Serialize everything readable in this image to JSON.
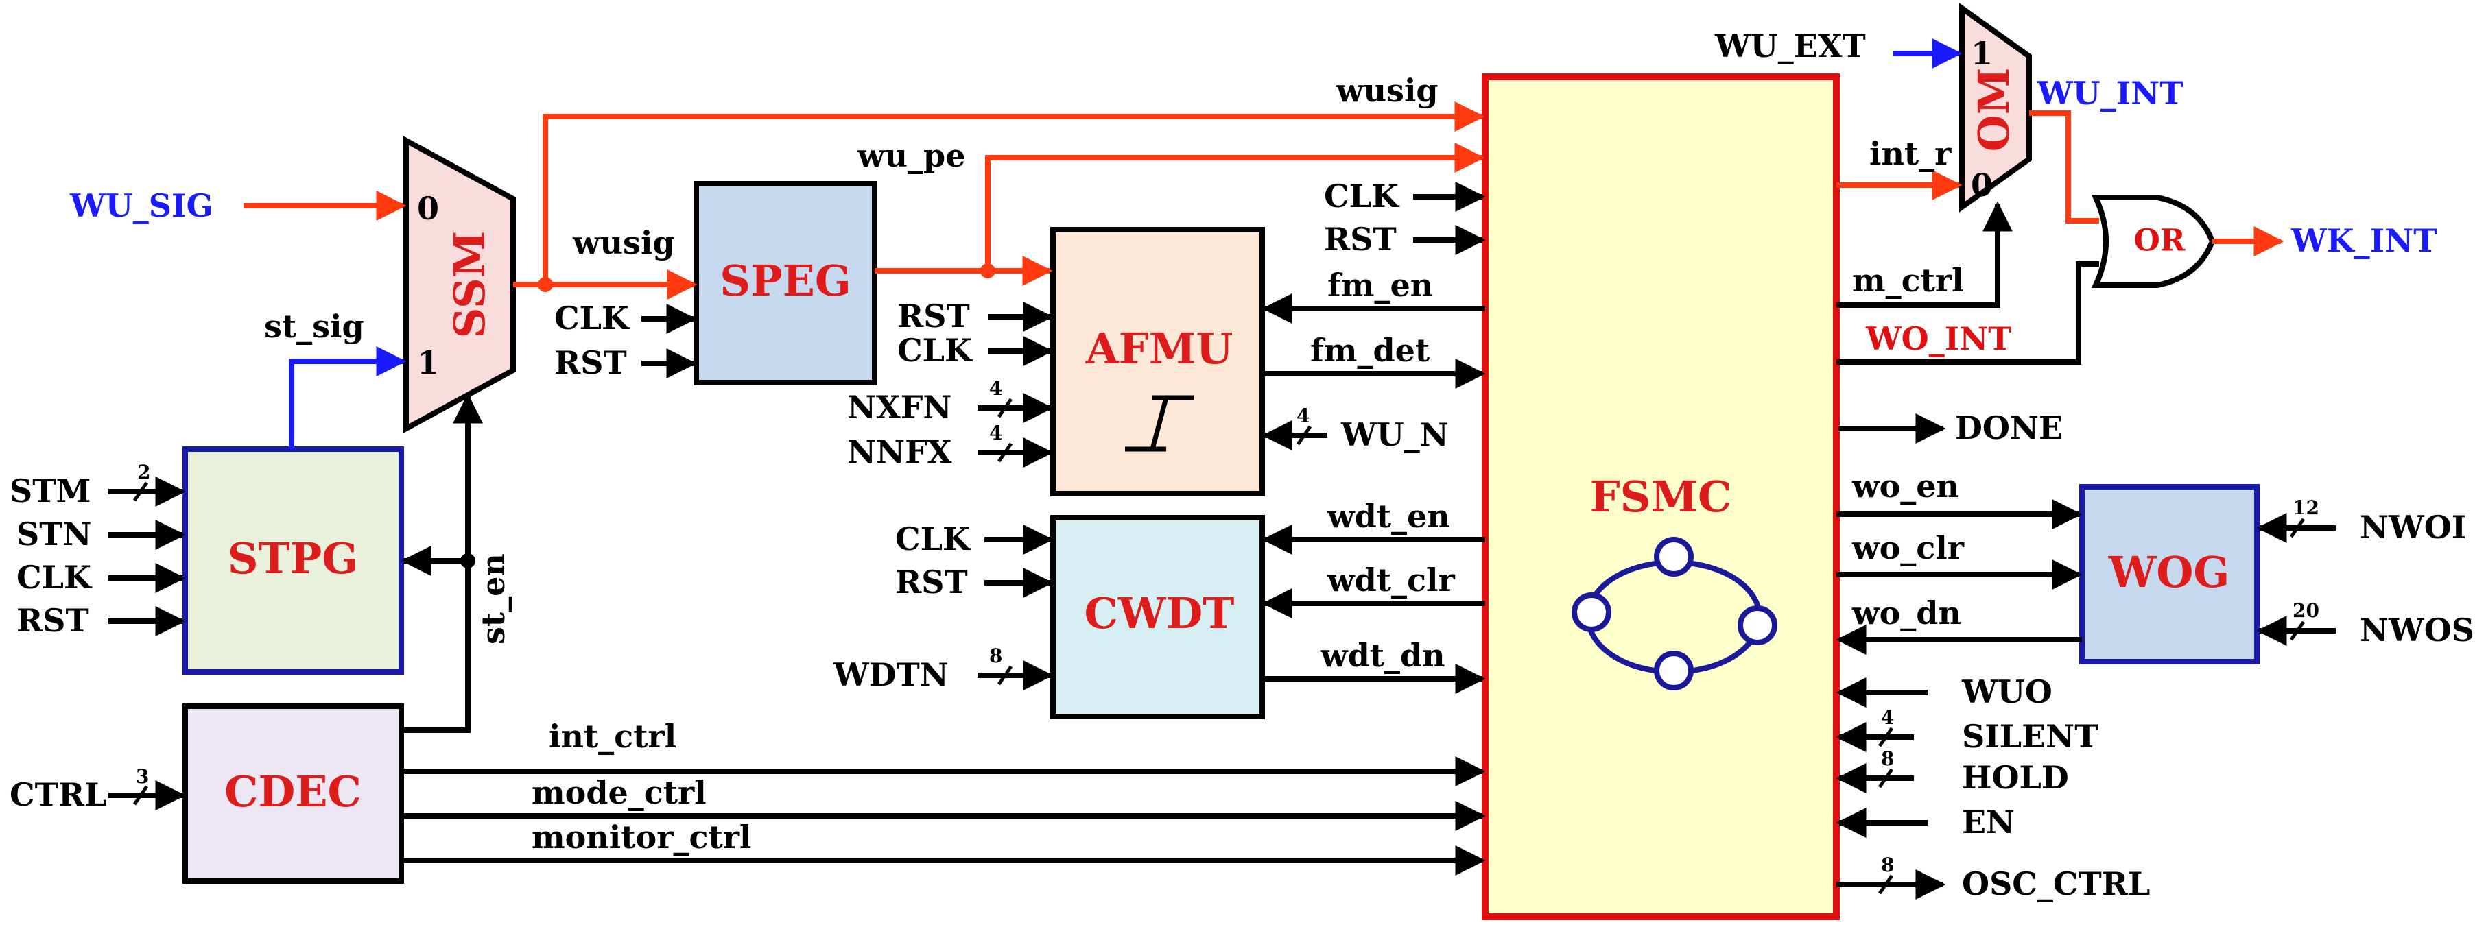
{
  "blocks": {
    "ssm": "SSM",
    "speg": "SPEG",
    "afmu": "AFMU",
    "stpg": "STPG",
    "cwdt": "CWDT",
    "cdec": "CDEC",
    "fsmc": "FSMC",
    "wog": "WOG",
    "om": "OM",
    "or": "OR"
  },
  "signals": {
    "wu_sig": "WU_SIG",
    "mux_in0": "0",
    "mux_in1": "1",
    "st_sig": "st_sig",
    "wusig": "wusig",
    "wusig_top": "wusig",
    "wu_pe": "wu_pe",
    "clk": "CLK",
    "rst": "RST",
    "stm": "STM",
    "stn": "STN",
    "st_en": "st_en",
    "ctrl": "CTRL",
    "nxfn": "NXFN",
    "nnfx": "NNFX",
    "wdtn": "WDTN",
    "fm_en": "fm_en",
    "fm_det": "fm_det",
    "wu_n": "WU_N",
    "wdt_en": "wdt_en",
    "wdt_clr": "wdt_clr",
    "wdt_dn": "wdt_dn",
    "int_ctrl": "int_ctrl",
    "mode_ctrl": "mode_ctrl",
    "monitor_ctrl": "monitor_ctrl",
    "wu_ext": "WU_EXT",
    "wu_int": "WU_INT",
    "int_r": "int_r",
    "m_ctrl": "m_ctrl",
    "wo_int": "WO_INT",
    "wk_int": "WK_INT",
    "done": "DONE",
    "wo_en": "wo_en",
    "wo_clr": "wo_clr",
    "wo_dn": "wo_dn",
    "nwoi": "NWOI",
    "nwos": "NWOS",
    "wuo": "WUO",
    "silent": "SILENT",
    "hold": "HOLD",
    "en": "EN",
    "osc_ctrl": "OSC_CTRL"
  },
  "bus_widths": {
    "stm": "2",
    "ctrl": "3",
    "nxfn": "4",
    "nnfx": "4",
    "wu_n": "4",
    "wdtn": "8",
    "nwoi": "12",
    "nwos": "20",
    "silent": "4",
    "hold": "8",
    "osc_ctrl": "8"
  },
  "colors": {
    "ssm_fill": "#f9dcdc",
    "speg_fill": "#c6d9ef",
    "afmu_fill": "#fde8d7",
    "stpg_fill": "#e9f1dd",
    "cwdt_fill": "#d7eef3",
    "cdec_fill": "#ece7f2",
    "fsmc_fill": "#ffffcc",
    "wog_fill": "#c6d9ef",
    "om_fill": "#f9dcdc",
    "wakeup_path": "#ff3a10",
    "external_io": "#1a1aff",
    "block_label": "#dd1c1c"
  }
}
